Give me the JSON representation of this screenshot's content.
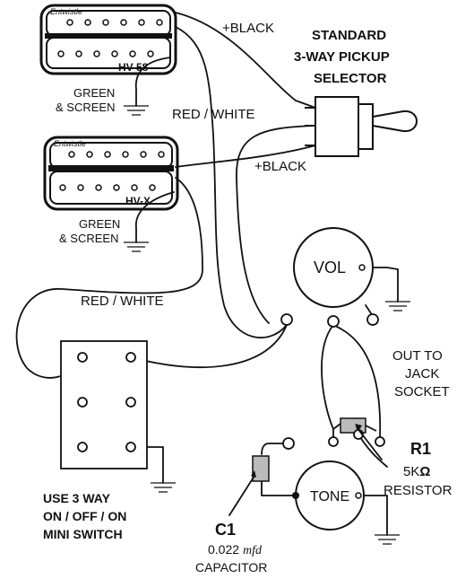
{
  "pickups": {
    "neck": {
      "brand": "Entwistle",
      "model": "HV-58",
      "ground_label_1": "GREEN",
      "ground_label_2": "& SCREEN"
    },
    "bridge": {
      "brand": "Entwistle",
      "model": "HV-X",
      "ground_label_1": "GREEN",
      "ground_label_2": "& SCREEN"
    }
  },
  "wires": {
    "black_1": "+BLACK",
    "black_2": "+BLACK",
    "red_white_1": "RED / WHITE",
    "red_white_2": "RED / WHITE"
  },
  "selector": {
    "line1": "STANDARD",
    "line2": "3-WAY PICKUP",
    "line3": "SELECTOR"
  },
  "volume": {
    "label": "VOL"
  },
  "tone": {
    "label": "TONE"
  },
  "output": {
    "line1": "OUT TO",
    "line2": "JACK",
    "line3": "SOCKET"
  },
  "resistor": {
    "name": "R1",
    "value": "5K",
    "unit_symbol": "Ω",
    "desc": "RESISTOR"
  },
  "capacitor": {
    "name": "C1",
    "value": "0.022",
    "unit": "mfd",
    "desc": "CAPACITOR"
  },
  "mini_switch": {
    "line1": "USE 3 WAY",
    "line2": "ON / OFF / ON",
    "line3": "MINI SWITCH"
  }
}
